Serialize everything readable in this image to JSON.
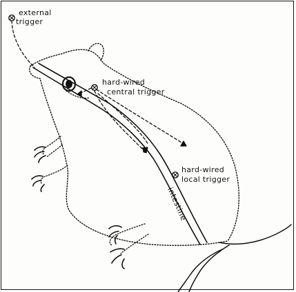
{
  "labels": {
    "external_trigger_line1": "external",
    "external_trigger_line2": "trigger",
    "central_trigger_line1": "hard-wired",
    "central_trigger_line2": "central trigger",
    "local_trigger_line1": "hard-wired",
    "local_trigger_line2": "local trigger",
    "intestine": "intestine"
  },
  "colors": {
    "ink": "#111111",
    "background": "#fdfdfb"
  }
}
